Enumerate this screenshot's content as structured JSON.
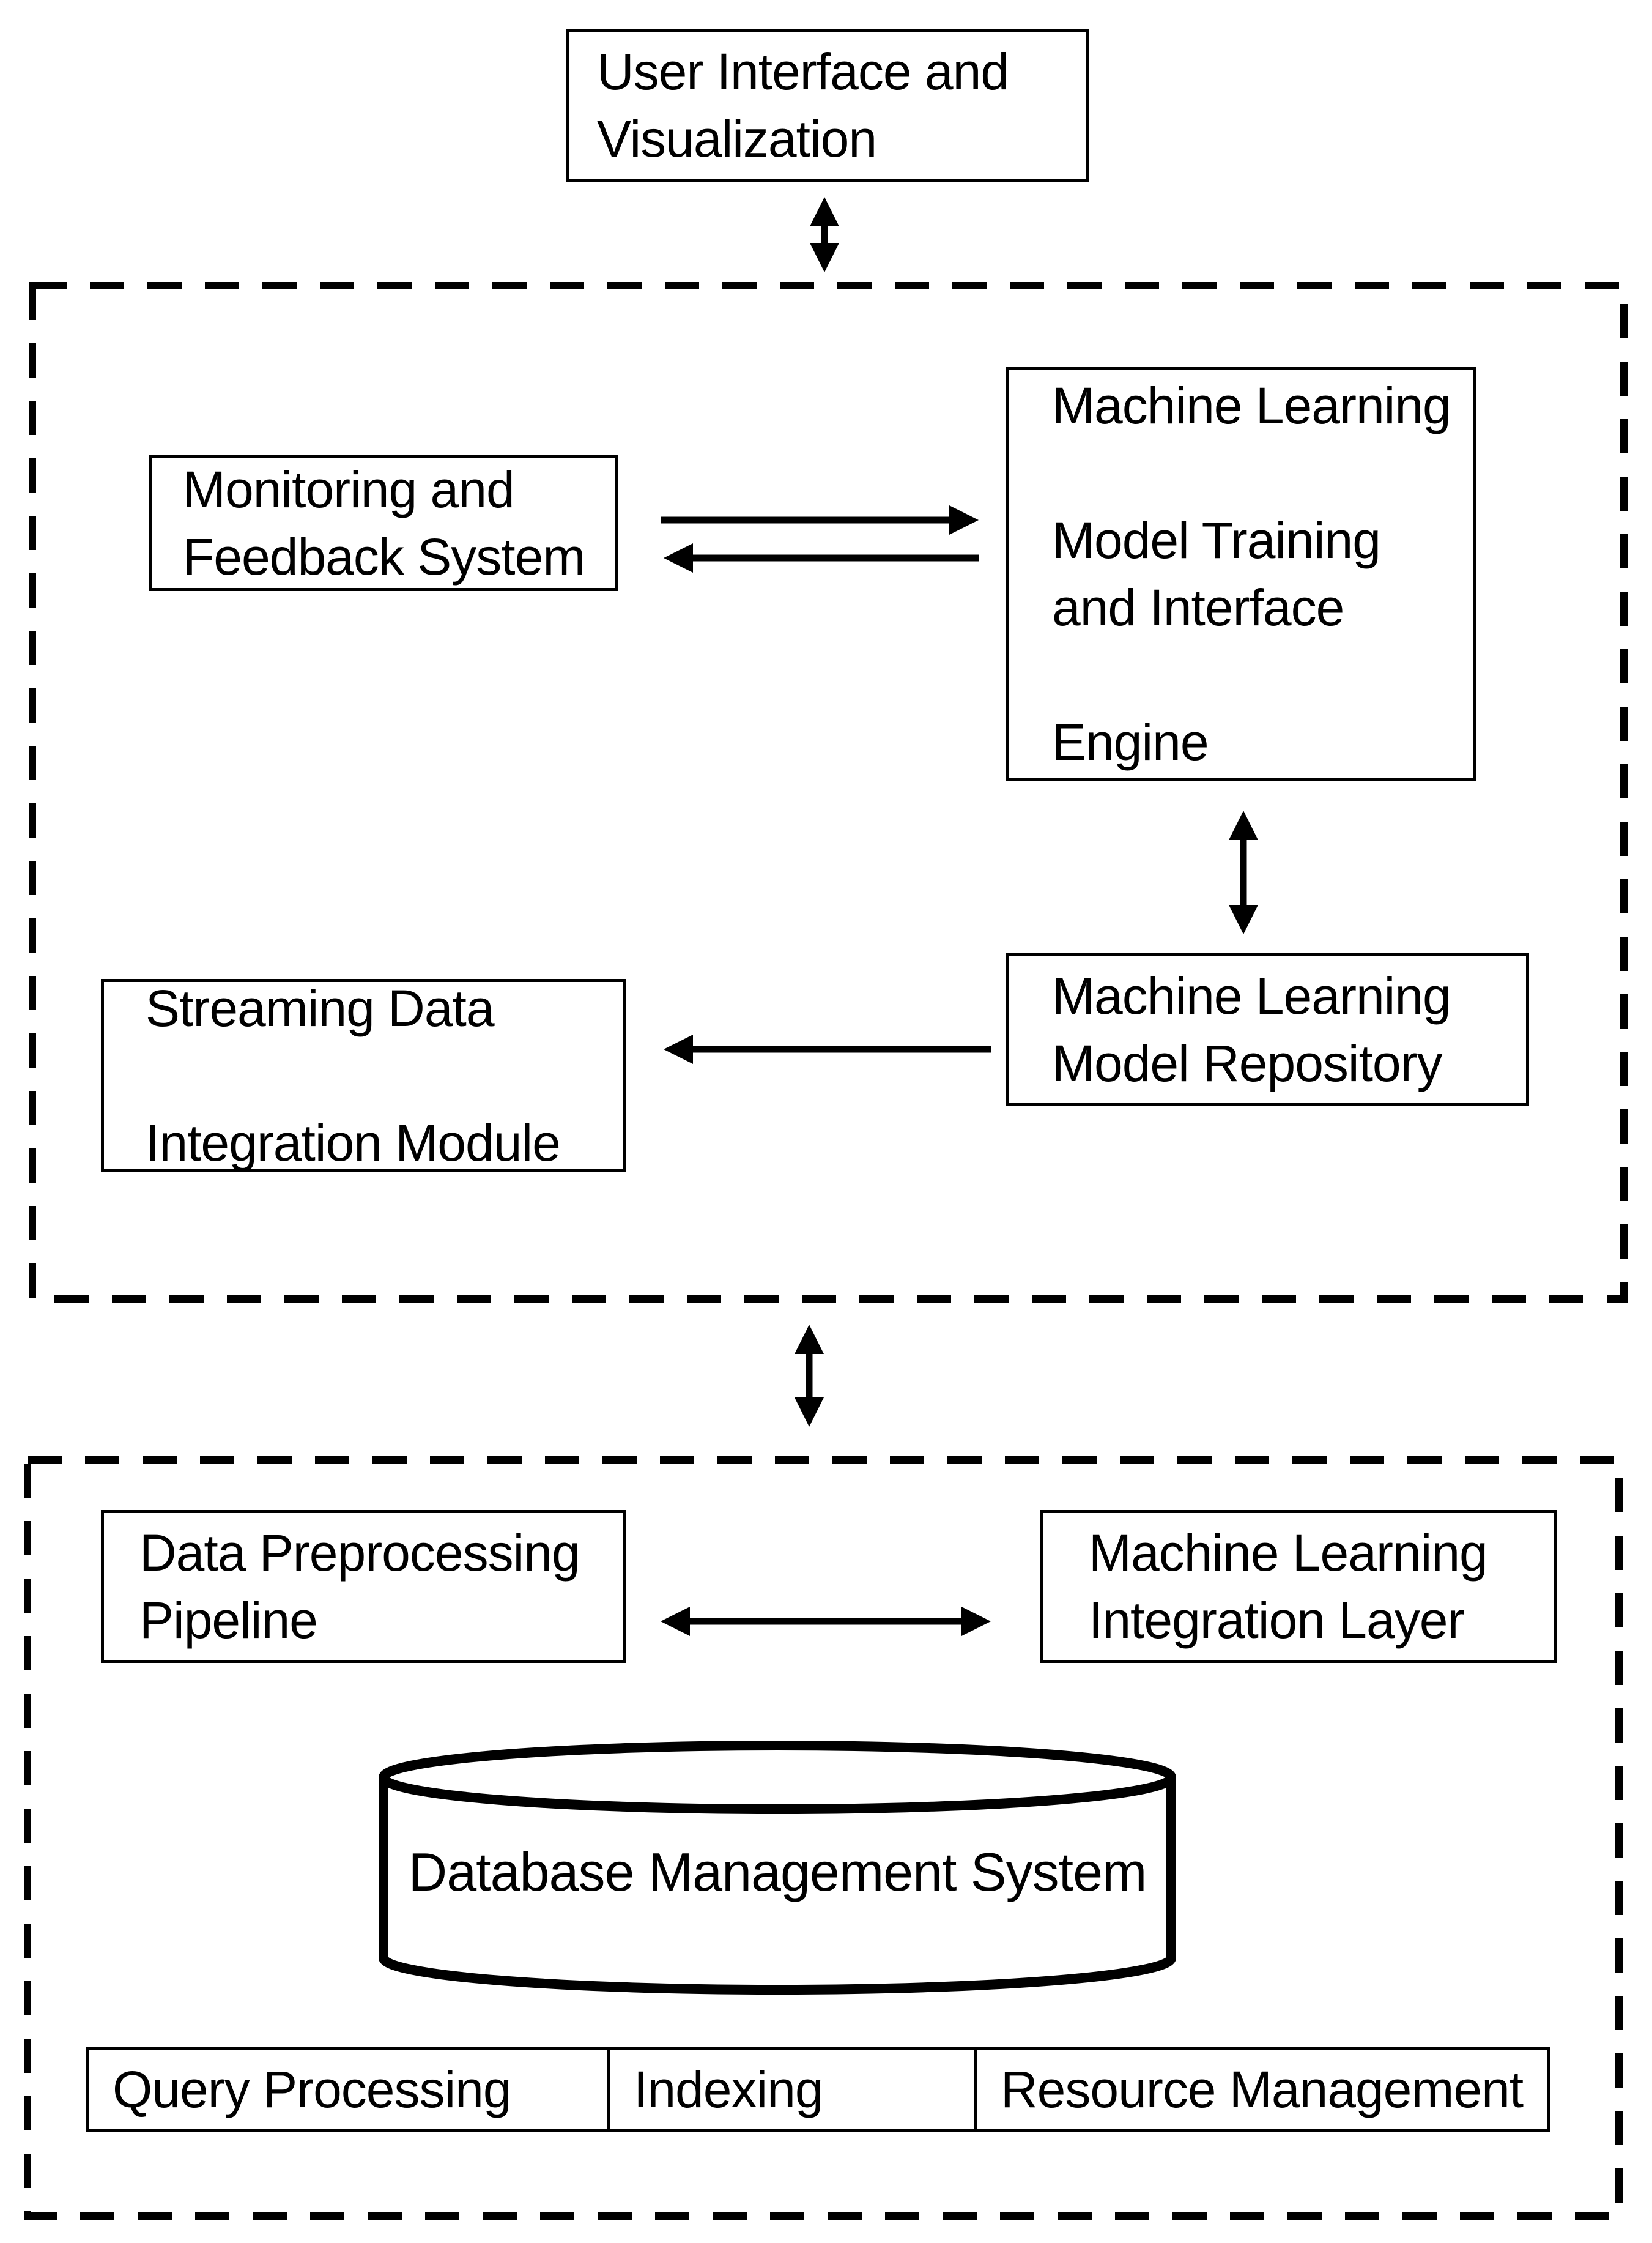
{
  "colors": {
    "ink": "#000000",
    "background": "#ffffff"
  },
  "nodes": {
    "user_interface": {
      "label": "User Interface and\nVisualization"
    },
    "monitoring": {
      "label": "Monitoring and\nFeedback System"
    },
    "ml_engine": {
      "label": "Machine Learning\n\nModel Training\nand Interface\n\nEngine"
    },
    "streaming": {
      "label": "Streaming Data\n\nIntegration Module"
    },
    "repository": {
      "label": "Machine Learning\nModel Repository"
    },
    "preprocessing": {
      "label": "Data Preprocessing\nPipeline"
    },
    "integration": {
      "label": "Machine Learning\nIntegration Layer"
    },
    "dbms": {
      "label": "Database Management System"
    },
    "dbms_components": [
      {
        "label": "Query Processing"
      },
      {
        "label": "Indexing"
      },
      {
        "label": "Resource Management"
      }
    ]
  }
}
